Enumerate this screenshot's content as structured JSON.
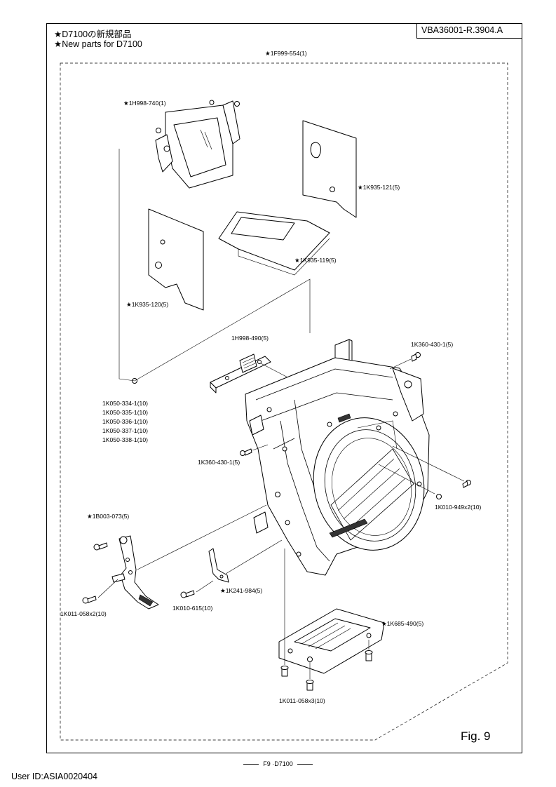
{
  "header": {
    "title_ja": "★D7100の新規部品",
    "title_en": "★New parts for D7100",
    "doc_id": "VBA36001-R.3904.A"
  },
  "figure": {
    "label": "Fig. 9",
    "footer": "F9 ·D7100"
  },
  "user_id": "User ID:ASIA0020404",
  "parts": {
    "assembly": "★1F999-554(1)",
    "prism_mount": "★1H998-740(1)",
    "sheet_right": "★1K935-121(5)",
    "sheet_top": "★1K935-119(5)",
    "sheet_left": "★1K935-120(5)",
    "bracket_top": "1H998-490(5)",
    "screw_top_right": "1K360-430-1(5)",
    "washers": [
      "1K050-334-1(10)",
      "1K050-335-1(10)",
      "1K050-336-1(10)",
      "1K050-337-1(10)",
      "1K050-338-1(10)"
    ],
    "screw_left": "1K360-430-1(5)",
    "screw_right": "1K010-949x2(10)",
    "lever_assembly": "★1B003-073(5)",
    "spring": "★1K241-984(5)",
    "screw_lever": "1K011-058x2(10)",
    "screw_spring": "1K010-615(10)",
    "bottom_plate": "★1K685-490(5)",
    "screw_bottom": "1K011-058x3(10)"
  }
}
